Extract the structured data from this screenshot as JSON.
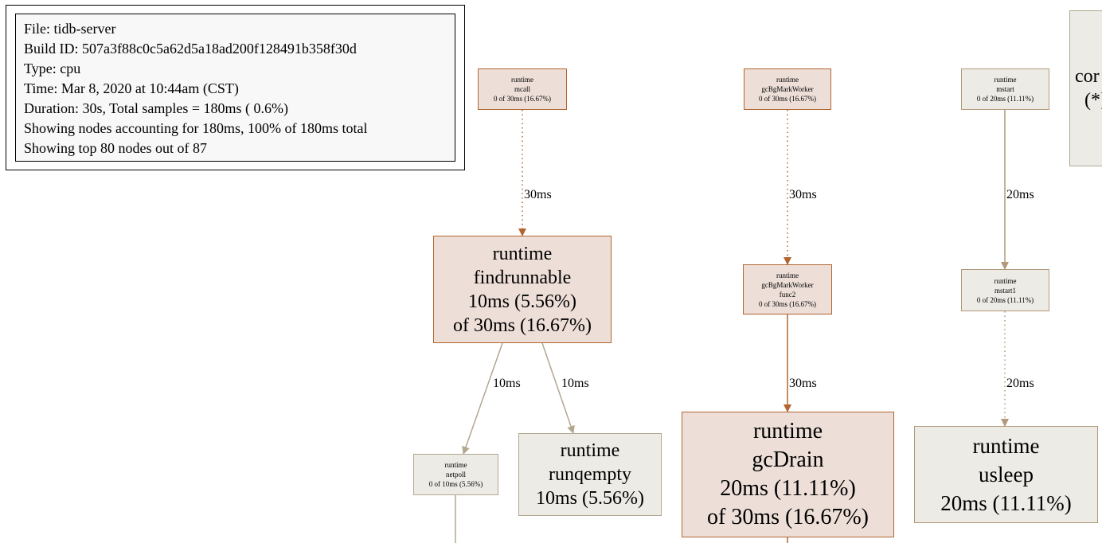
{
  "legend": {
    "lines": [
      "File: tidb-server",
      "Build ID: 507a3f88c0c5a62d5a18ad200f128491b358f30d",
      "Type: cpu",
      "Time: Mar 8, 2020 at 10:44am (CST)",
      "Duration: 30s, Total samples = 180ms (  0.6%)",
      "Showing nodes accounting for 180ms, 100% of 180ms total",
      "Showing top 80 nodes out of 87"
    ]
  },
  "nodes": {
    "mcall": {
      "lines": [
        "runtime",
        "mcall",
        "0 of 30ms (16.67%)"
      ]
    },
    "gcBgMarkWorker": {
      "lines": [
        "runtime",
        "gcBgMarkWorker",
        "0 of 30ms (16.67%)"
      ]
    },
    "mstart": {
      "lines": [
        "runtime",
        "mstart",
        "0 of 20ms (11.11%)"
      ]
    },
    "partial": {
      "lines": [
        "cor",
        "(*]"
      ]
    },
    "findrunnable": {
      "lines": [
        "runtime",
        "findrunnable",
        "10ms (5.56%)",
        "of 30ms (16.67%)"
      ]
    },
    "gcBgMarkWorker_func2": {
      "lines": [
        "runtime",
        "gcBgMarkWorker",
        "func2",
        "0 of 30ms (16.67%)"
      ]
    },
    "mstart1": {
      "lines": [
        "runtime",
        "mstart1",
        "0 of 20ms (11.11%)"
      ]
    },
    "netpoll": {
      "lines": [
        "runtime",
        "netpoll",
        "0 of 10ms (5.56%)"
      ]
    },
    "runqempty": {
      "lines": [
        "runtime",
        "runqempty",
        "10ms (5.56%)"
      ]
    },
    "gcDrain": {
      "lines": [
        "runtime",
        "gcDrain",
        "20ms (11.11%)",
        "of 30ms (16.67%)"
      ]
    },
    "usleep": {
      "lines": [
        "runtime",
        "usleep",
        "20ms (11.11%)"
      ]
    }
  },
  "edges": {
    "mcall_findrunnable": "30ms",
    "gcBgMarkWorker_func2": "30ms",
    "mstart_mstart1": "20ms",
    "findrunnable_netpoll": "10ms",
    "findrunnable_runqempty": "10ms",
    "func2_gcDrain": "30ms",
    "mstart1_usleep": "20ms"
  },
  "colors": {
    "dark_edge": "#b2652f",
    "light_edge": "#b2a78f",
    "pale_edge": "#b29979",
    "hot_node_fill": "#eddfd8",
    "hot_node_border": "#b2652f",
    "cold_node_fill": "#edebe6",
    "cold_node_border": "#b2a78f"
  }
}
